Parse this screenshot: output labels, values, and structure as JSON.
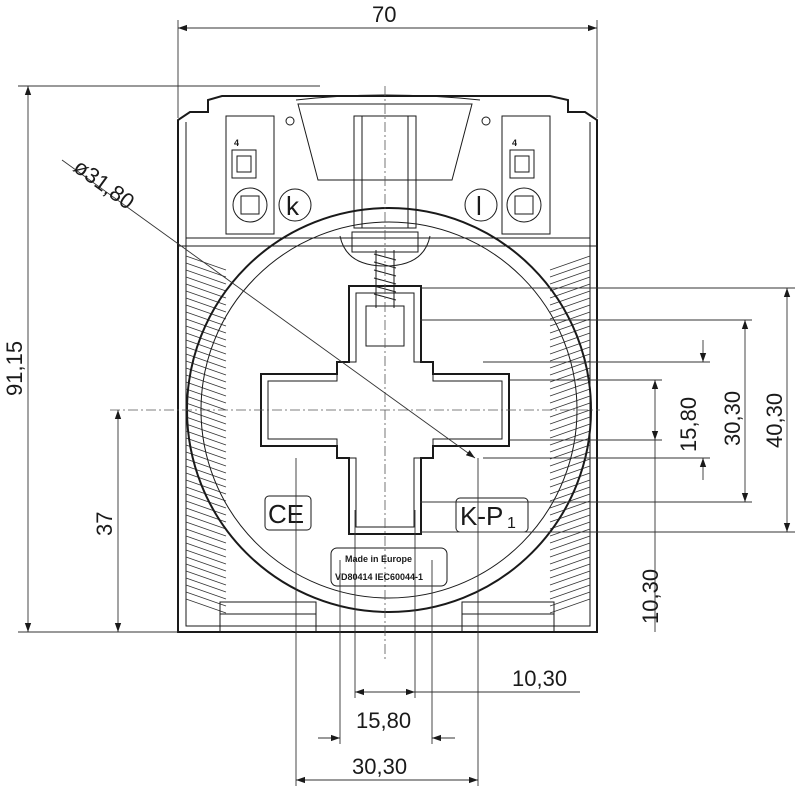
{
  "dimensions": {
    "overall_width": "70",
    "overall_height": "91,15",
    "aperture_diameter": "ø31,80",
    "axis_height": "37",
    "h_10_30": "10,30",
    "h_15_80": "15,80",
    "h_30_30": "30,30",
    "v_15_80": "15,80",
    "v_30_30": "30,30",
    "v_40_30": "40,30",
    "v_10_30": "10,30"
  },
  "markings": {
    "ce": "CE",
    "kp": "K-P",
    "kp_sub": "1",
    "terminal_k": "k",
    "terminal_l": "l",
    "terminal_num_left": "4",
    "terminal_num_right": "4",
    "label_line1": "Made in Europe",
    "label_line2": "VD80414 IEC60044-1"
  }
}
